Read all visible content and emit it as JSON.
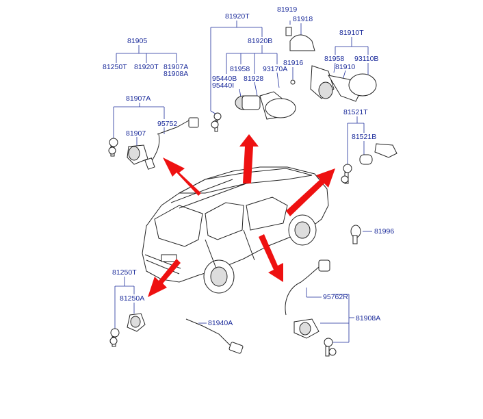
{
  "diagram": {
    "callouts": [
      {
        "id": "c81905",
        "text": "81905"
      },
      {
        "id": "c81250T_top",
        "text": "81250T"
      },
      {
        "id": "c81920T_top",
        "text": "81920T"
      },
      {
        "id": "c81907A_top",
        "text": "81907A"
      },
      {
        "id": "c81908A_top",
        "text": "81908A"
      },
      {
        "id": "c81907A",
        "text": "81907A"
      },
      {
        "id": "c81907",
        "text": "81907"
      },
      {
        "id": "c95752",
        "text": "95752"
      },
      {
        "id": "c81920T",
        "text": "81920T"
      },
      {
        "id": "c81920B",
        "text": "81920B"
      },
      {
        "id": "c81919",
        "text": "81919"
      },
      {
        "id": "c81918",
        "text": "81918"
      },
      {
        "id": "c81958a",
        "text": "81958"
      },
      {
        "id": "c95440B",
        "text": "95440B"
      },
      {
        "id": "c95440I",
        "text": "95440I"
      },
      {
        "id": "c81928",
        "text": "81928"
      },
      {
        "id": "c93170A",
        "text": "93170A"
      },
      {
        "id": "c81916",
        "text": "81916"
      },
      {
        "id": "c81910T",
        "text": "81910T"
      },
      {
        "id": "c81958b",
        "text": "81958"
      },
      {
        "id": "c93110B",
        "text": "93110B"
      },
      {
        "id": "c81910",
        "text": "81910"
      },
      {
        "id": "c81521T",
        "text": "81521T"
      },
      {
        "id": "c81521B",
        "text": "81521B"
      },
      {
        "id": "c81996",
        "text": "81996"
      },
      {
        "id": "c81250T",
        "text": "81250T"
      },
      {
        "id": "c81250A",
        "text": "81250A"
      },
      {
        "id": "c81940A",
        "text": "81940A"
      },
      {
        "id": "c95762R",
        "text": "95762R"
      },
      {
        "id": "c81908A",
        "text": "81908A"
      }
    ],
    "colors": {
      "label": "#1a2a9a",
      "arrow": "#ee1111",
      "outline": "#222222"
    }
  }
}
